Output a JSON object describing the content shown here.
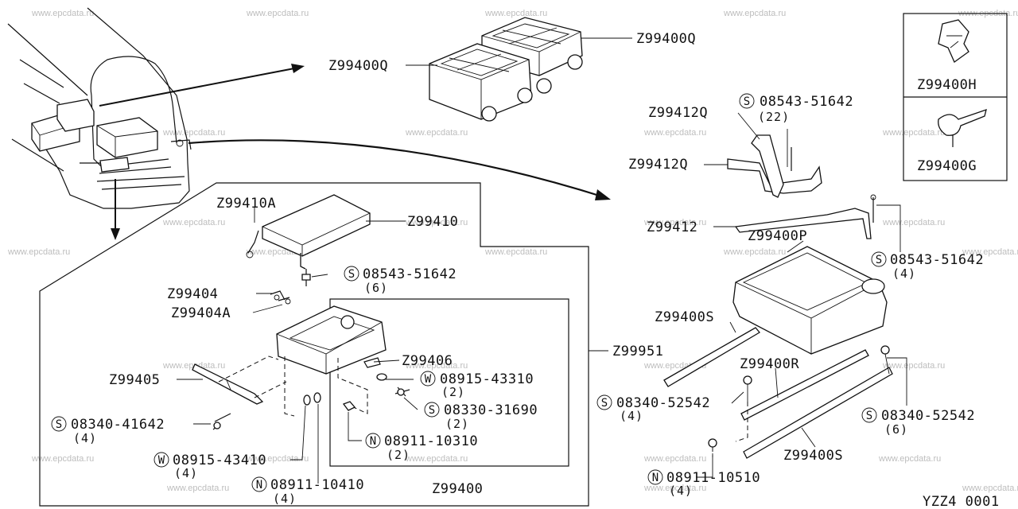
{
  "watermark": "www.epcdata.ru",
  "figure_code": "YZZ4 0001",
  "labels": {
    "z99400q_left": "Z99400Q",
    "z99400q_right": "Z99400Q",
    "z99400h": "Z99400H",
    "z99400g": "Z99400G",
    "z99412q_upper": "Z99412Q",
    "z99412q_lower": "Z99412Q",
    "bolt_upper_right": "08543-51642",
    "bolt_upper_right_qty": "(22)",
    "z99412": "Z99412",
    "z99400p": "Z99400P",
    "bolt_right_mid": "08543-51642",
    "bolt_right_mid_qty": "(4)",
    "z99400s_upper": "Z99400S",
    "z99400r": "Z99400R",
    "bolt_right_lower": "08340-52542",
    "bolt_right_lower_qty": "(6)",
    "bolt_center_lower": "08340-52542",
    "bolt_center_lower_qty": "(4)",
    "z99400s_lower": "Z99400S",
    "nut_right": "08911-10510",
    "nut_right_qty": "(4)",
    "z99410a": "Z99410A",
    "z99410": "Z99410",
    "bolt_left_top": "08543-51642",
    "bolt_left_top_qty": "(6)",
    "z99404": "Z99404",
    "z99404a": "Z99404A",
    "z99406": "Z99406",
    "washer_w1": "08915-43310",
    "washer_w1_qty": "(2)",
    "z99405": "Z99405",
    "bolt_s_mid": "08330-31690",
    "bolt_s_mid_qty": "(2)",
    "bolt_s_left": "08340-41642",
    "bolt_s_left_qty": "(4)",
    "nut_n1": "08911-10310",
    "nut_n1_qty": "(2)",
    "washer_w2": "08915-43410",
    "washer_w2_qty": "(4)",
    "nut_n2": "08911-10410",
    "nut_n2_qty": "(4)",
    "z99400": "Z99400",
    "z99951": "Z99951"
  },
  "prefixes": {
    "s": "S",
    "w": "W",
    "n": "N"
  }
}
